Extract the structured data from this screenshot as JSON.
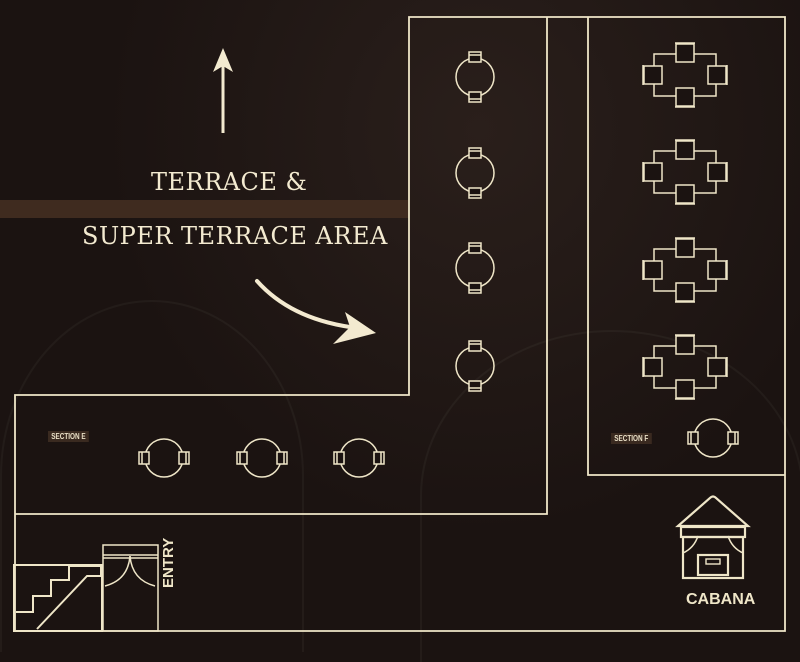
{
  "title": {
    "line1": "TERRACE &",
    "line2": "SUPER TERRACE AREA"
  },
  "sections": {
    "e": "SECTION E",
    "f": "SECTION F"
  },
  "labels": {
    "entry": "ENTRY",
    "cabana": "CABANA"
  },
  "colors": {
    "line": "#efe6c8",
    "background": "#1b1311",
    "band": "#3f2b1f"
  }
}
